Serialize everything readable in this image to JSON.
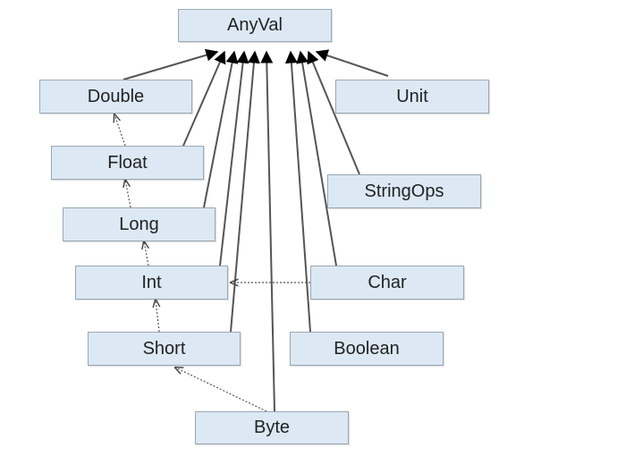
{
  "nodes": {
    "anyval": "AnyVal",
    "double": "Double",
    "unit": "Unit",
    "float": "Float",
    "stringops": "StringOps",
    "long": "Long",
    "int": "Int",
    "char": "Char",
    "short": "Short",
    "boolean": "Boolean",
    "byte": "Byte"
  },
  "edges": {
    "subtype_of": [
      [
        "double",
        "anyval"
      ],
      [
        "unit",
        "anyval"
      ],
      [
        "float",
        "anyval"
      ],
      [
        "stringops",
        "anyval"
      ],
      [
        "long",
        "anyval"
      ],
      [
        "int",
        "anyval"
      ],
      [
        "char",
        "anyval"
      ],
      [
        "short",
        "anyval"
      ],
      [
        "boolean",
        "anyval"
      ],
      [
        "byte",
        "anyval"
      ]
    ],
    "implicit_conversion": [
      [
        "float",
        "double"
      ],
      [
        "long",
        "float"
      ],
      [
        "int",
        "long"
      ],
      [
        "short",
        "int"
      ],
      [
        "byte",
        "short"
      ],
      [
        "char",
        "int"
      ]
    ]
  },
  "colors": {
    "node_fill": "#dce9f5",
    "node_border": "#9aa7b4",
    "solid_edge": "#555555",
    "dotted_edge": "#555555",
    "arrowhead": "#000000"
  }
}
